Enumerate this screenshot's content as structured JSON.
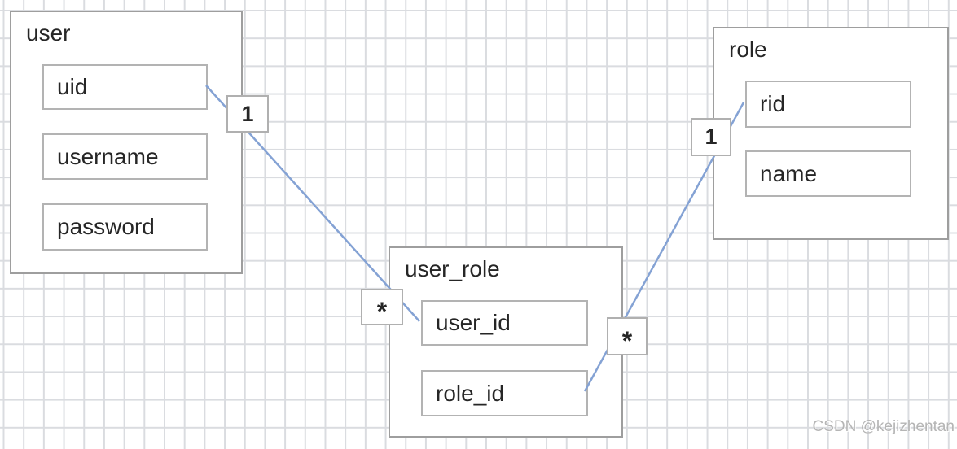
{
  "entities": [
    {
      "name": "user",
      "fields": [
        "uid",
        "username",
        "password"
      ]
    },
    {
      "name": "user_role",
      "fields": [
        "user_id",
        "role_id"
      ]
    },
    {
      "name": "role",
      "fields": [
        "rid",
        "name"
      ]
    }
  ],
  "cardinality_labels": [
    "1",
    "*",
    "*",
    "1"
  ],
  "watermark": "CSDN @kejizhentan",
  "colors": {
    "connector": "#84a2d4",
    "grid_line": "#dadce0",
    "entity_border": "#9e9e9e",
    "field_border": "#b3b3b3",
    "label_border": "#b0b0b0",
    "text": "#262626",
    "watermark": "#b5b5b5",
    "canvas_bg": "#ffffff"
  }
}
